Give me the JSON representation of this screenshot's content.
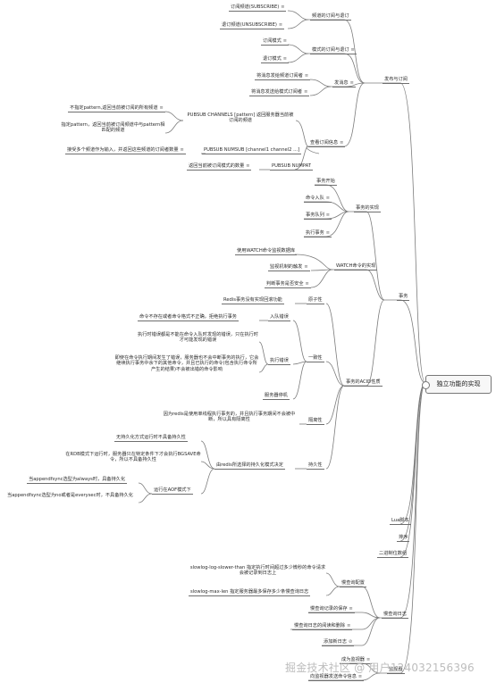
{
  "root": {
    "title": "独立功能的实现"
  },
  "sections": {
    "pubsub": {
      "label": "发布与订阅"
    },
    "transaction": {
      "label": "事务"
    },
    "lua": {
      "label": "Lua脚本"
    },
    "sort": {
      "label": "排序"
    },
    "bitarray": {
      "label": "二进制位数组"
    },
    "slowlog": {
      "label": "慢查询日志"
    },
    "monitor": {
      "label": "监视器"
    }
  },
  "pubsub": {
    "channel_sub": "频道的订阅与退订",
    "subscribe": "订阅频道(SUBSCRIBE)",
    "unsubscribe": "退订频道(UNSUBSCRIBE)",
    "pattern_sub": "模式的订阅与退订",
    "psubscribe": "订阅模式",
    "punsubscribe": "退订模式",
    "publish": "发消息",
    "publish_a": "将消息发给频道订阅者",
    "publish_b": "将消息发送给模式订阅者",
    "pubsub_query": "查看订阅信息",
    "channels_cmd": "PUBSUB CHANNELS [pattern] 返回服务器当前被订阅的频道",
    "channels_a": "不指定pattern,返回当前被订阅的所有频道",
    "channels_b": "指定pattern，返回当前被订阅频道中与pattern相匹配的频道",
    "numsub_cmd": "PUBSUB NUMSUB [channel1 channel2 ...]",
    "numsub_desc": "接受多个频道作为输入，并返回这些频道的订阅者数量",
    "numpat_cmd": "PUBSUB NUMPAT",
    "numpat_desc": "返回当前被订阅模式的数量"
  },
  "transaction": {
    "impl": "事务的实现",
    "start": "事务开始",
    "enqueue": "命令入队",
    "queue": "事务队列",
    "exec": "执行事务",
    "watch": "WATCH命令的实现",
    "watch_a": "使用WATCH命令监视数据库",
    "watch_b": "监视机制的触发",
    "watch_c": "判断事务是否安全",
    "acid": "事务的ACID性质",
    "atomic": "原子性",
    "atomic_a": "Redis事务没有实现回滚功能",
    "consistency": "一致性",
    "enqueue_err": "入队错误",
    "enqueue_err_a": "命令不存在或者命令格式不正确，拒绝执行事务",
    "exec_err": "执行错误",
    "exec_err_a": "执行时错误都是不能在命令入队时发现的错误，只在执行时才可能发现的错误",
    "exec_err_b": "即使在命令执行期间发生了错误，服务器也不会中断事务的执行，它会继续执行事务中余下的其他命令，并且已执行的命令(包含执行命令所产生的结果)不会被出错的命令影响",
    "server_down": "服务器停机",
    "isolation": "隔离性",
    "isolation_a": "因为redis是使用单线程执行事务的，并且执行事务期间不会被中断，所以具有隔离性",
    "durability": "持久性",
    "durability_mode": "由redis所选择的持久化模式决定",
    "dur_a": "无持久化方式运行时不具备持久性",
    "dur_b": "在RDB模式下运行时，服务器只在特定条件下才会执行BGSAVE命令，所以不具备持久性",
    "aof": "运行在AOF模式下",
    "aof_a": "当appendfsync选型为always时，具备持久化",
    "aof_b": "当appendfsync选型为no或者是everysec时，不具备持久化"
  },
  "slowlog": {
    "config": "慢查询配置",
    "config_a": "slowlog-log-slower-than 指定执行时间超过多少微秒的命令请求会被记录到日志上",
    "config_b": "slowlog-max-len 指定服务器最多保存多少条慢查询日志",
    "save": "慢查询记录的保存",
    "read_del": "慢查询日志的阅读和删除",
    "add": "添加新日志"
  },
  "monitor": {
    "become": "成为监视器",
    "send": "向监视器发送命令信息"
  },
  "watermark": "掘金技术社区 @ 用户124032156396"
}
